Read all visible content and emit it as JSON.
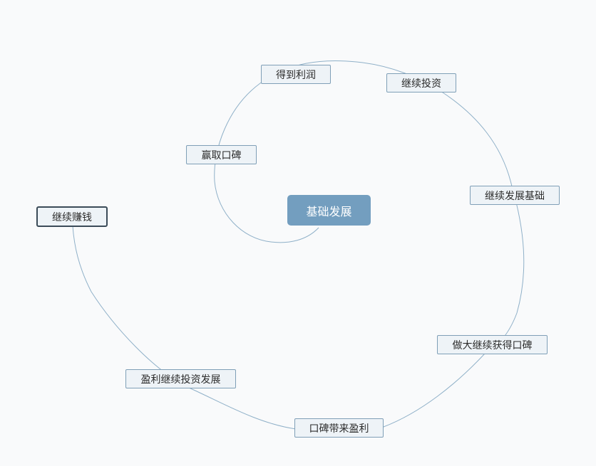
{
  "mindmap": {
    "colors": {
      "line": "#8fb0c8",
      "node_fill": "#eef3f7",
      "node_border": "#7f9fb7",
      "center_fill": "#739ebf",
      "selected_border": "#3b4b58",
      "background": "#f9fafb"
    },
    "center": {
      "label": "基础发展"
    },
    "nodes": [
      {
        "id": "n1",
        "label": "赢取口碑"
      },
      {
        "id": "n2",
        "label": "得到利润"
      },
      {
        "id": "n3",
        "label": "继续投资"
      },
      {
        "id": "n4",
        "label": "继续发展基础"
      },
      {
        "id": "n5",
        "label": "做大继续获得口碑"
      },
      {
        "id": "n6",
        "label": "口碑带来盈利"
      },
      {
        "id": "n7",
        "label": "盈利继续投资发展"
      },
      {
        "id": "n8",
        "label": "继续赚钱",
        "selected": true
      }
    ]
  }
}
